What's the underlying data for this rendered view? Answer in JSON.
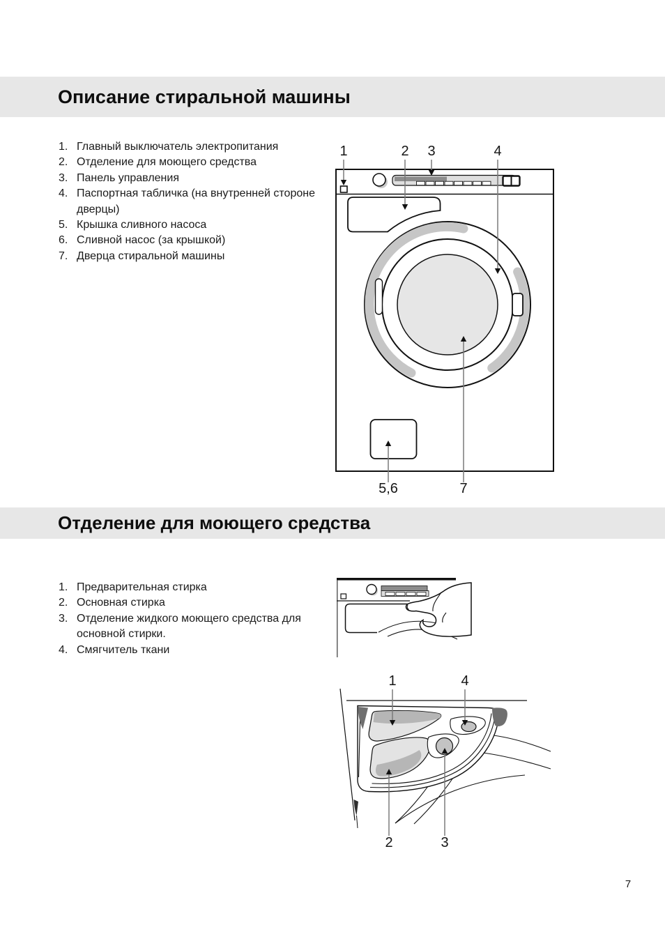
{
  "page": {
    "number": "7"
  },
  "colors": {
    "section_band": "#e7e7e7",
    "door_crescent_gray": "#c6c6c6",
    "drum_fill": "#e6e6e6",
    "panel_strip": "#dedede",
    "panel_dark_bar": "#8c8c8c",
    "compartment_light": "#e3e3e3",
    "compartment_dark": "#b6b6b6",
    "corner_dark": "#6f6f6f"
  },
  "section1": {
    "title": "Описание стиральной машины",
    "items": [
      {
        "num": "1.",
        "text": "Главный выключатель электропитания"
      },
      {
        "num": "2.",
        "text": "Отделение для моющего средства"
      },
      {
        "num": "3.",
        "text": "Панель управления"
      },
      {
        "num": "4.",
        "text": "Паспортная табличка (на внутренней стороне дверцы)"
      },
      {
        "num": "5.",
        "text": "Крышка сливного насоса"
      },
      {
        "num": "6.",
        "text": "Сливной насос (за крышкой)"
      },
      {
        "num": "7.",
        "text": "Дверца стиральной машины"
      }
    ],
    "diagram": {
      "description": "washing machine front view",
      "labels": {
        "power_switch": "1",
        "detergent_drawer": "2",
        "control_panel": "3",
        "rating_plate": "4",
        "pump_cover": "5,6",
        "door": "7"
      }
    }
  },
  "section2": {
    "title": "Отделение для моющего средства",
    "items": [
      {
        "num": "1.",
        "text": "Предварительная стирка"
      },
      {
        "num": "2.",
        "text": "Основная стирка"
      },
      {
        "num": "3.",
        "text": "Отделение жидкого моющего средства для основной стирки."
      },
      {
        "num": "4.",
        "text": "Смягчитель ткани"
      }
    ],
    "diagram": {
      "description": "open detergent drawer",
      "labels": {
        "prewash": "1",
        "main_wash": "2",
        "liquid_detergent": "3",
        "softener": "4"
      }
    }
  }
}
